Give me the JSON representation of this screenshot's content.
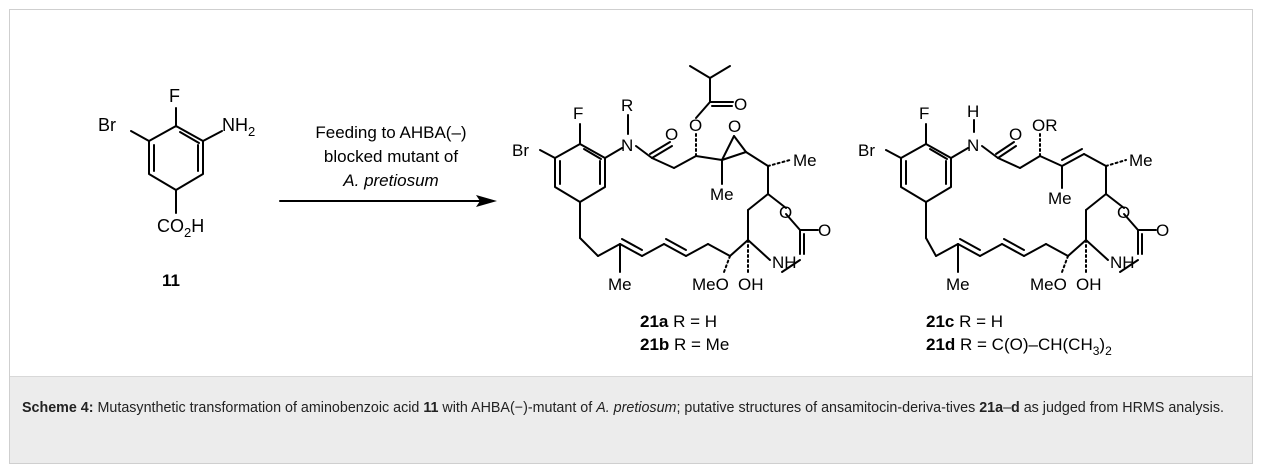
{
  "scheme": {
    "reactant": {
      "atoms": {
        "br": "Br",
        "f": "F",
        "nh2": "NH",
        "nh2_sub": "2",
        "co2h_1": "CO",
        "co2h_sub": "2",
        "co2h_2": "H"
      },
      "number": "11"
    },
    "arrow": {
      "line1": "Feeding to AHBA(–)",
      "line2": "blocked mutant of",
      "line3": "A. pretiosum"
    },
    "product_ab": {
      "atoms": {
        "br": "Br",
        "f": "F",
        "r": "R",
        "n": "N",
        "o_amide": "O",
        "o_ester": "O",
        "o_carbonyl": "O",
        "me_top": "Me",
        "me_epox": "Me",
        "o_ring": "O",
        "o_carb": "O",
        "nh": "NH",
        "me_low": "Me",
        "meo": "MeO",
        "oh": "OH"
      },
      "label_a_num": "21a",
      "label_a_text": "R = H",
      "label_b_num": "21b",
      "label_b_text": "R = Me"
    },
    "product_cd": {
      "atoms": {
        "br": "Br",
        "f": "F",
        "h": "H",
        "n": "N",
        "o_amide": "O",
        "or": "OR",
        "me_top": "Me",
        "me_mid": "Me",
        "o_ring": "O",
        "o_carb": "O",
        "nh": "NH",
        "me_low": "Me",
        "meo": "MeO",
        "oh": "OH"
      },
      "label_c_num": "21c",
      "label_c_text": "R = H",
      "label_d_num": "21d",
      "label_d_text": "R = C(O)–CH(CH",
      "label_d_sub": "3",
      "label_d_end": ")"
    }
  },
  "caption": {
    "label": "Scheme 4:",
    "t1": " Mutasynthetic transformation of aminobenzoic acid ",
    "num1": "11",
    "t2": " with AHBA(−)-mutant of ",
    "species": "A. pretiosum",
    "t3": "; putative structures of ansamitocin-deriva-tives ",
    "num2": "21a",
    "dash": "–",
    "num3": "d",
    "t4": " as judged from HRMS analysis."
  }
}
